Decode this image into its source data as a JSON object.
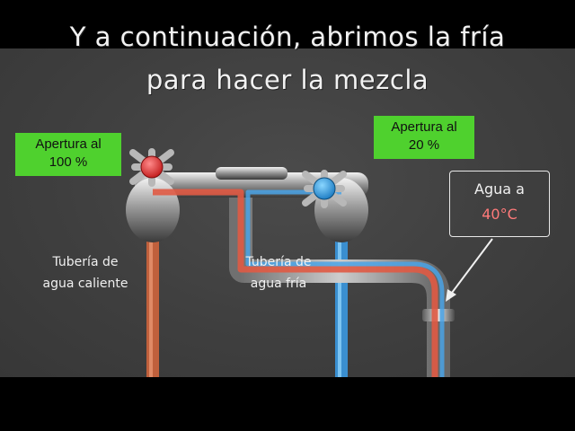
{
  "title": {
    "line1": "Y a continuación, abrimos la fría",
    "line2": "para hacer la mezcla"
  },
  "hot_opening": {
    "line1": "Apertura al",
    "line2": "100 %",
    "value_percent": 100
  },
  "cold_opening": {
    "line1": "Apertura al",
    "line2": "20 %",
    "value_percent": 20
  },
  "hot_pipe_label": {
    "line1": "Tubería de",
    "line2": "agua caliente"
  },
  "cold_pipe_label": {
    "line1": "Tubería de",
    "line2": "agua fría"
  },
  "outlet_label": {
    "line1": "Agua a",
    "temperature": "40°C"
  },
  "colors": {
    "hot": "#e0503a",
    "cold": "#3a9ee0",
    "label_bg": "#4fd12e",
    "chalkboard": "#444444"
  }
}
